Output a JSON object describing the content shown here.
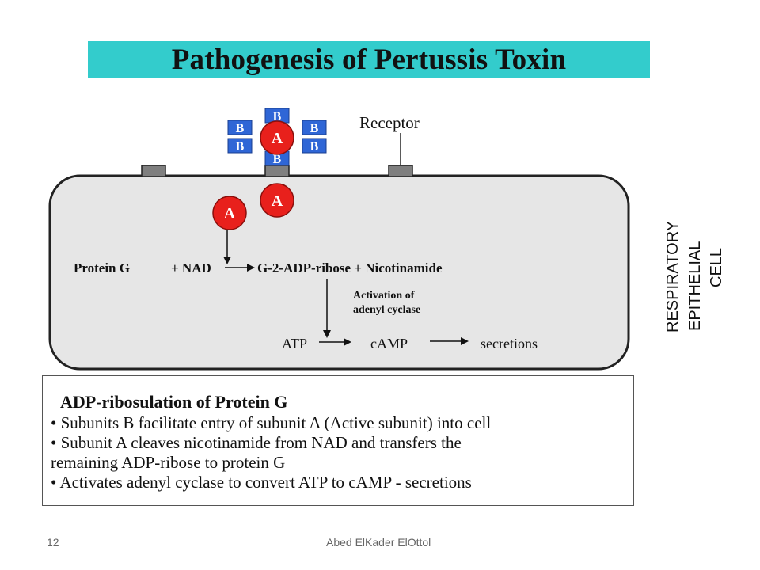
{
  "title": "Pathogenesis of Pertussis Toxin",
  "toxin": {
    "subunit_b": "B",
    "subunit_a": "A"
  },
  "labels": {
    "receptor": "Receptor",
    "cell_line1": "RESPIRATORY",
    "cell_line2": "EPITHELIAL",
    "cell_line3": "CELL"
  },
  "reaction": {
    "protein_g": "Protein G",
    "nad": "+ NAD",
    "products": "G-2-ADP-ribose + Nicotinamide",
    "activation_line1": "Activation of",
    "activation_line2": "adenyl cyclase",
    "atp": "ATP",
    "camp": "cAMP",
    "secretions": "secretions"
  },
  "info": {
    "heading": "ADP-ribosulation of Protein G",
    "bullets": [
      "• Subunits B facilitate entry of subunit A (Active subunit) into cell",
      "• Subunit A cleaves nicotinamide from NAD and transfers the",
      "   remaining ADP-ribose to protein G",
      "• Activates adenyl cyclase to convert ATP to cAMP - secretions"
    ]
  },
  "footer": {
    "page_number": "12",
    "author": "Abed ElKader ElOttol"
  },
  "colors": {
    "title_bg": "#33cccc",
    "cell_fill": "#e6e6e6",
    "receptor_fill": "#7f7f7f",
    "subunit_b_fill": "#2f66d6",
    "subunit_a_fill": "#e8201c"
  }
}
